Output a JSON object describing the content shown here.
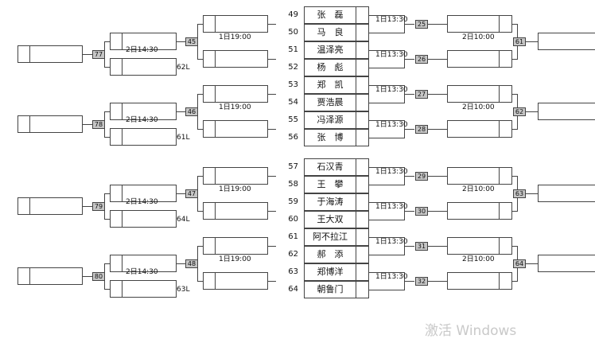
{
  "players": [
    {
      "num": "49",
      "name": "张　磊"
    },
    {
      "num": "50",
      "name": "马　良"
    },
    {
      "num": "51",
      "name": "温泽亮"
    },
    {
      "num": "52",
      "name": "杨　彪"
    },
    {
      "num": "53",
      "name": "郑　凯"
    },
    {
      "num": "54",
      "name": "贾浩晨"
    },
    {
      "num": "55",
      "name": "冯泽源"
    },
    {
      "num": "56",
      "name": "张　博"
    },
    {
      "num": "57",
      "name": "石汉青"
    },
    {
      "num": "58",
      "name": "王　攀"
    },
    {
      "num": "59",
      "name": "于海涛"
    },
    {
      "num": "60",
      "name": "王大双"
    },
    {
      "num": "61",
      "name": "阿不拉江"
    },
    {
      "num": "62",
      "name": "郝　添"
    },
    {
      "num": "63",
      "name": "郑博洋"
    },
    {
      "num": "64",
      "name": "朝鲁门"
    }
  ],
  "r1_matches": [
    {
      "id": "25",
      "time": "1日13:30"
    },
    {
      "id": "26",
      "time": "1日13:30"
    },
    {
      "id": "27",
      "time": "1日13:30"
    },
    {
      "id": "28",
      "time": "1日13:30"
    },
    {
      "id": "29",
      "time": "1日13:30"
    },
    {
      "id": "30",
      "time": "1日13:30"
    },
    {
      "id": "31",
      "time": "1日13:30"
    },
    {
      "id": "32",
      "time": "1日13:30"
    }
  ],
  "losers_r1": [
    {
      "id": "45",
      "time": "1日19:00"
    },
    {
      "id": "46",
      "time": "1日19:00"
    },
    {
      "id": "47",
      "time": "1日19:00"
    },
    {
      "id": "48",
      "time": "1日19:00"
    }
  ],
  "winners_r2": [
    {
      "id": "61",
      "time": "2日10:00"
    },
    {
      "id": "62",
      "time": "2日10:00"
    },
    {
      "id": "63",
      "time": "2日10:00"
    },
    {
      "id": "64",
      "time": "2日10:00"
    }
  ],
  "losers_r2": [
    {
      "id": "77",
      "time": "2日14:30",
      "drop": "62L"
    },
    {
      "id": "78",
      "time": "2日14:30",
      "drop": "61L"
    },
    {
      "id": "79",
      "time": "2日14:30",
      "drop": "64L"
    },
    {
      "id": "80",
      "time": "2日14:30",
      "drop": "63L"
    }
  ],
  "watermark": "激活 Windows"
}
